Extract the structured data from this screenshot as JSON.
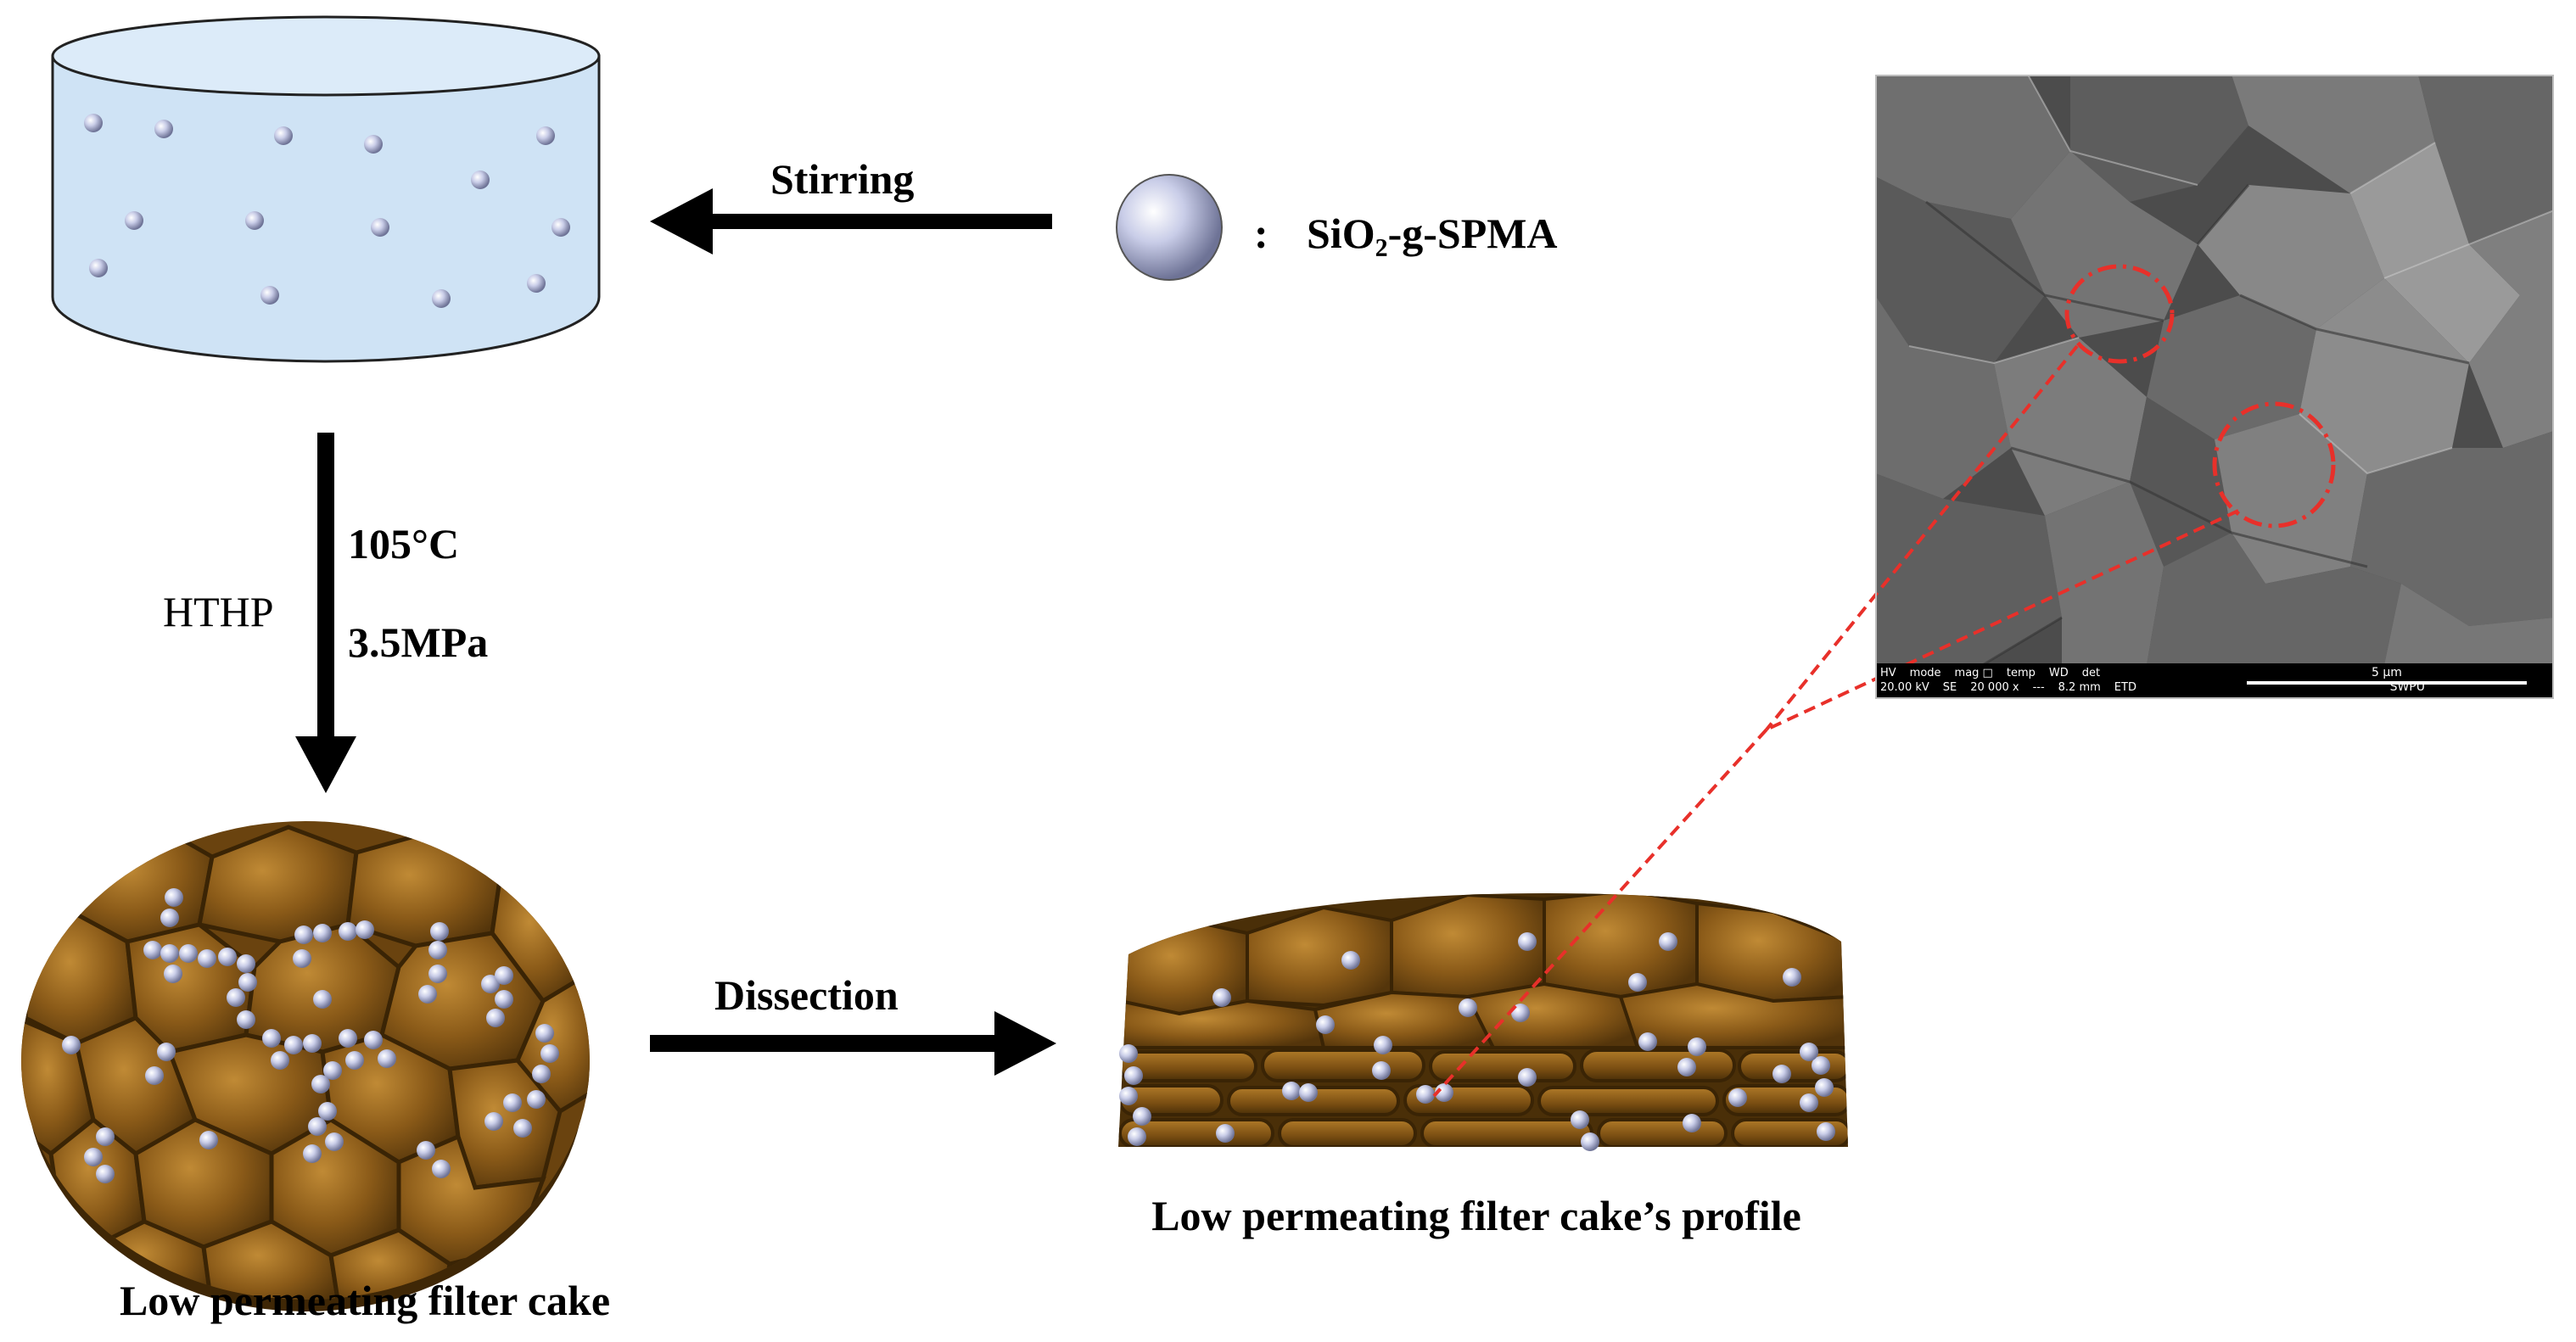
{
  "labels": {
    "stirring": "Stirring",
    "legend_colon": ":",
    "legend_text": "SiO₂-g-SPMA",
    "temperature": "105°C",
    "method": "HTHP",
    "pressure": "3.5MPa",
    "dissection": "Dissection",
    "cake_caption": "Low permeating filter cake",
    "profile_caption": "Low permeating filter cake’s profile"
  },
  "sem_image": {
    "hv_label": "HV",
    "hv_value": "20.00 kV",
    "mode_label": "mode",
    "mode_value": "SE",
    "mag_label": "mag □",
    "mag_value": "20 000 x",
    "temp_label": "temp",
    "temp_value": "---",
    "wd_label": "WD",
    "wd_value": "8.2 mm",
    "det_label": "det",
    "det_value": "ETD",
    "scale_label": "5 μm",
    "org": "SWPU"
  },
  "colors": {
    "beaker_fill": "#cfe3f5",
    "beaker_top": "#dcebf9",
    "particle": "#c9cde8",
    "cake_brown": "#7a4e12",
    "cake_light": "#a5741f",
    "arrow": "#000000",
    "highlight": "#e8302a"
  }
}
